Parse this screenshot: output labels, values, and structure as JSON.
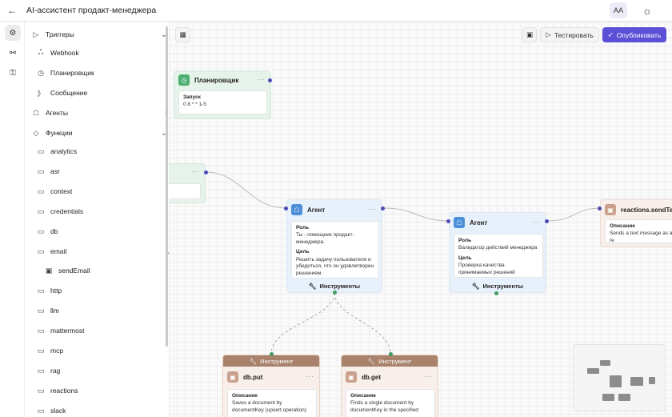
{
  "header": {
    "back_icon": "arrow-left-icon",
    "title": "AI-ассистент продакт-менеджера",
    "avatar": "AA",
    "theme_icon": "sun-icon"
  },
  "rail": {
    "items": [
      "nodes-icon",
      "connections-icon",
      "key-icon"
    ]
  },
  "sidebar": {
    "triggers": {
      "label": "Триггеры",
      "items": [
        {
          "label": "Webhook",
          "icon": "webhook-icon"
        },
        {
          "label": "Планировщик",
          "icon": "clock-icon"
        },
        {
          "label": "Сообщение",
          "icon": "rss-icon"
        }
      ]
    },
    "agents": {
      "label": "Агенты"
    },
    "functions": {
      "label": "Функции",
      "folders": [
        "analytics",
        "asr",
        "context",
        "credentials",
        "db",
        "email",
        "http",
        "llm",
        "mattermost",
        "mcp",
        "rag",
        "reactions",
        "slack"
      ],
      "email_children": [
        "sendEmail"
      ]
    }
  },
  "toolbar": {
    "layout_icon": "layout-icon",
    "save_icon": "save-icon",
    "test_label": "Тестировать",
    "publish_label": "Опубликовать"
  },
  "canvas": {
    "scheduler": {
      "title": "Планировщик",
      "field_label": "Запуск",
      "field_value": "0 8 * * 1-5"
    },
    "agent1": {
      "title": "Агент",
      "role_label": "Роль",
      "role": "Ты - помощник продакт-менеджера.",
      "goal_label": "Цель",
      "goal": "Решить задачу пользователя и убедиться, что он удовлетворен решением.",
      "tools_label": "Инструменты"
    },
    "agent2": {
      "title": "Агент",
      "role_label": "Роль",
      "role": "Валидатор действий менеджера",
      "goal_label": "Цель",
      "goal": "Проверка качества принимаемых решений",
      "tools_label": "Инструменты"
    },
    "send": {
      "title": "reactions.sendText",
      "desc_label": "Описание",
      "desc": "Sends a text message as a re"
    },
    "tool1": {
      "head": "Инструмент",
      "title": "db.put",
      "desc_label": "Описание",
      "desc": "Saves a document by documentKey (upsert operation)"
    },
    "tool2": {
      "head": "Инструмент",
      "title": "db.get",
      "desc_label": "Описание",
      "desc": "Finds a single document by documentKey in the specified"
    }
  }
}
